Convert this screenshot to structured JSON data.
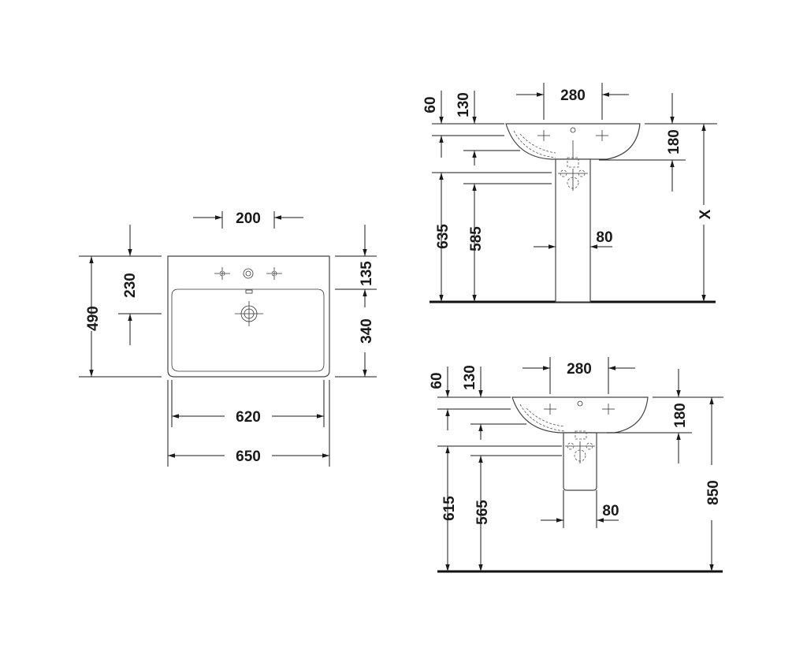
{
  "dimensions": {
    "top_view": {
      "tap_spacing": "200",
      "depth_total": "490",
      "tap_to_drain": "230",
      "back_to_tap": "135",
      "bowl_depth": "340",
      "inner_width": "620",
      "outer_width": "650"
    },
    "pedestal_view": {
      "tap_offset": "60",
      "overflow_offset": "130",
      "tap_span": "280",
      "basin_height": "180",
      "drain_height": "635",
      "waste_height": "585",
      "pedestal_width": "80",
      "rim_height": "X"
    },
    "semi_pedestal_view": {
      "tap_offset": "60",
      "overflow_offset": "130",
      "tap_span": "280",
      "basin_height": "180",
      "drain_height": "615",
      "waste_height": "565",
      "trap_width": "80",
      "rim_height": "850"
    }
  }
}
